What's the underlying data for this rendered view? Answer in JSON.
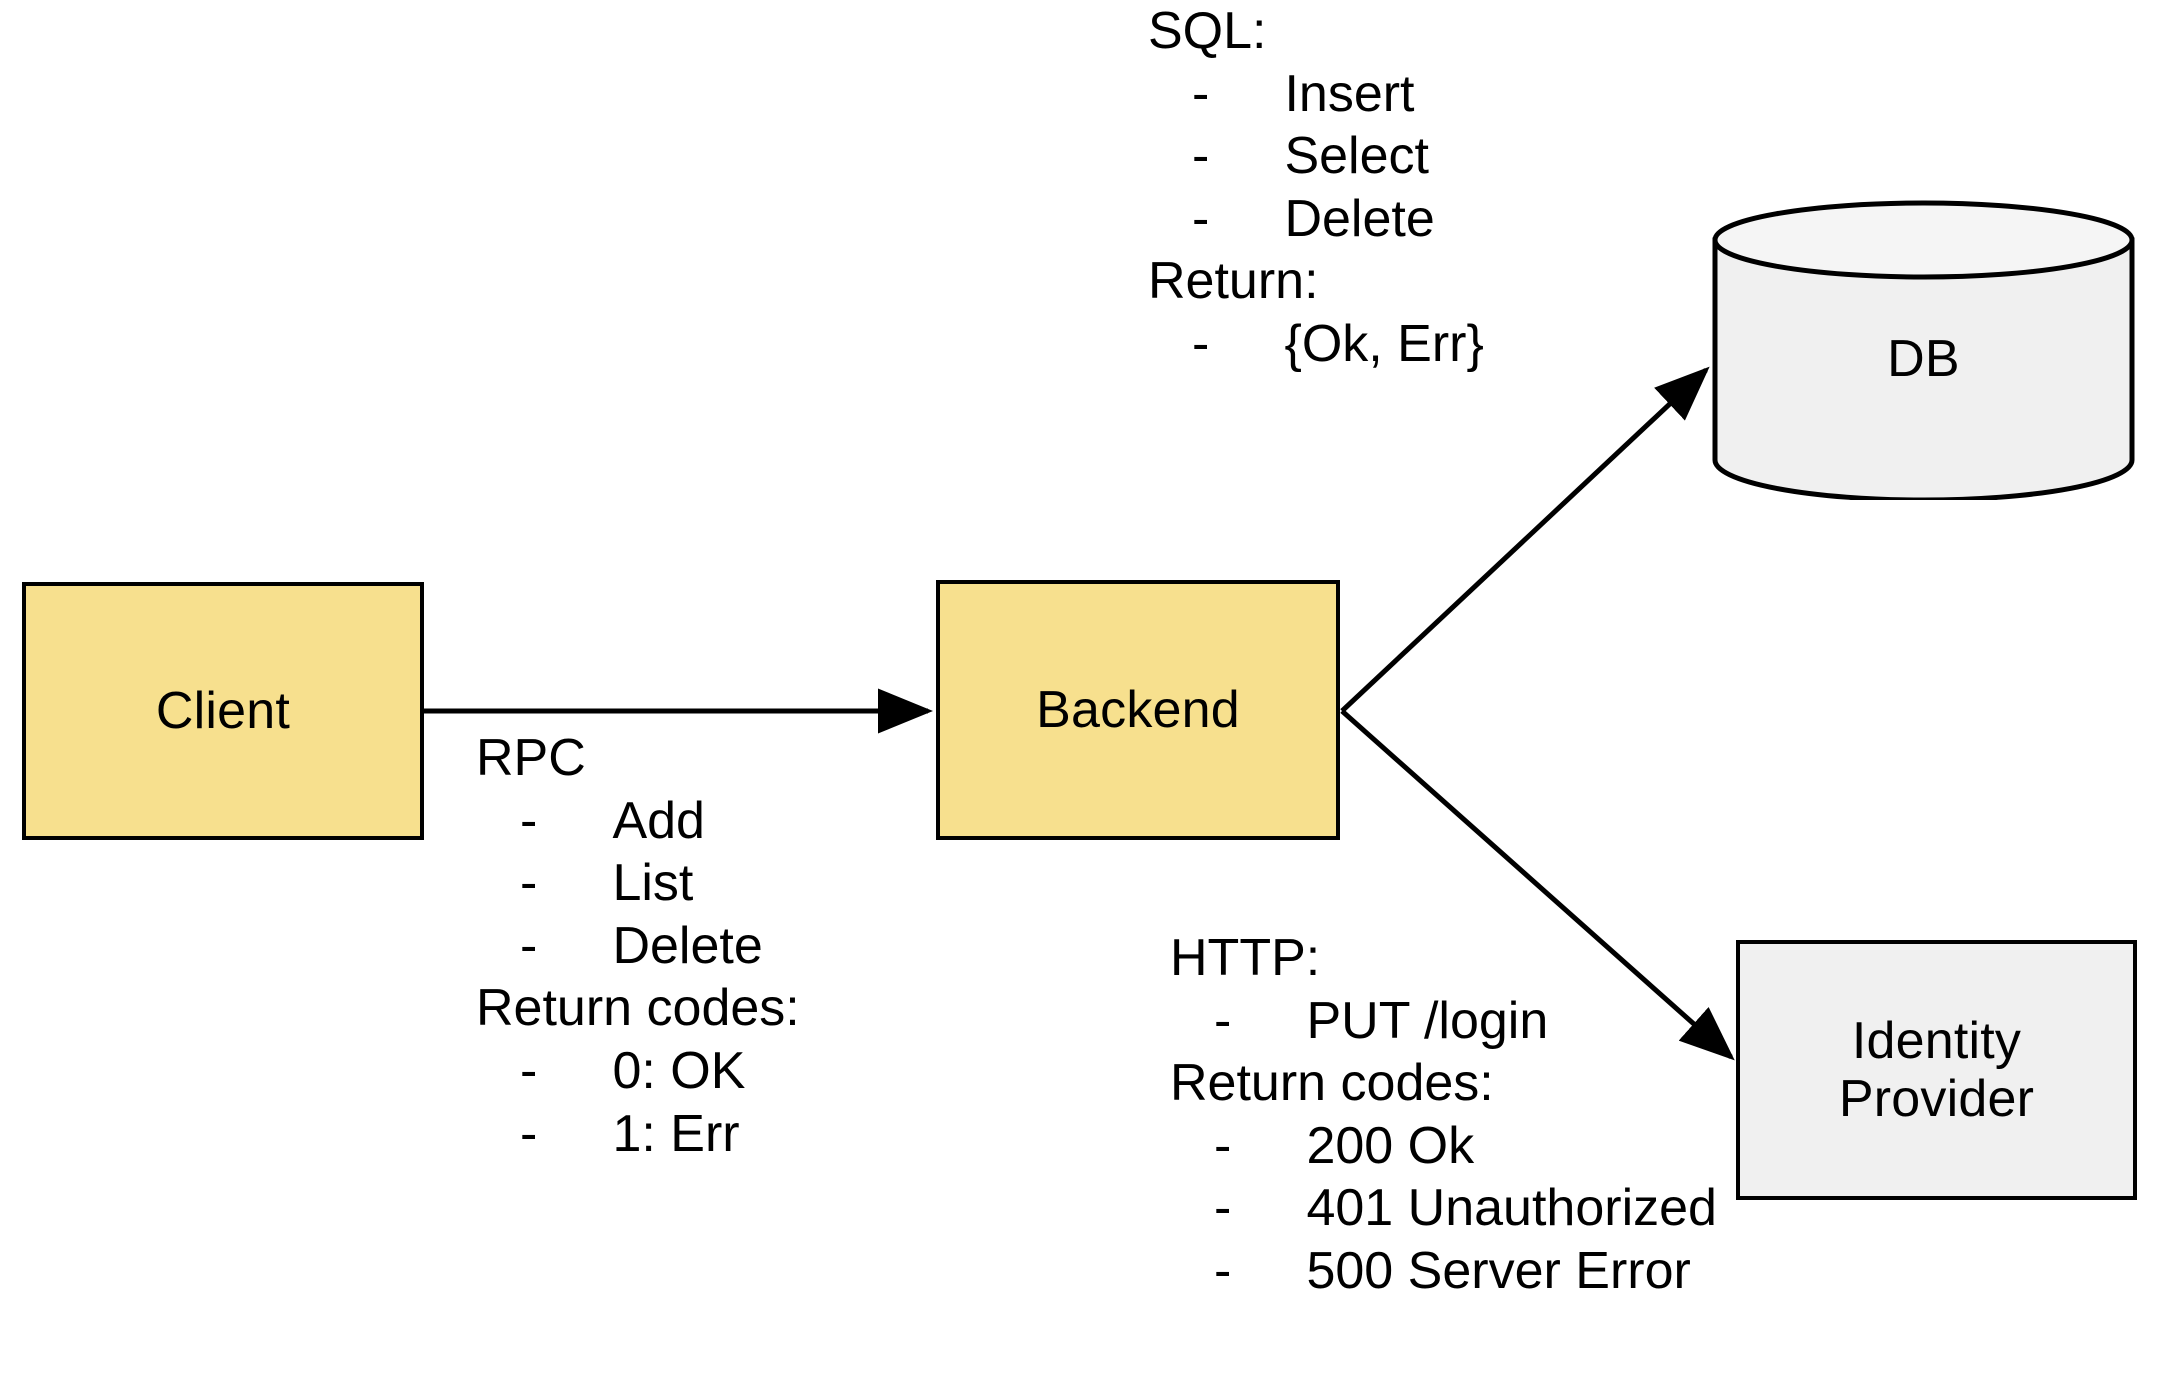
{
  "diagram": {
    "type": "architecture-flow",
    "nodes": [
      {
        "id": "client",
        "label": "Client",
        "shape": "rectangle",
        "fill": "#f7e08e",
        "stroke": "#000000"
      },
      {
        "id": "backend",
        "label": "Backend",
        "shape": "rectangle",
        "fill": "#f7e08e",
        "stroke": "#000000"
      },
      {
        "id": "db",
        "label": "DB",
        "shape": "cylinder",
        "fill": "#f0f0f0",
        "stroke": "#000000"
      },
      {
        "id": "idp",
        "label": "Identity\nProvider",
        "shape": "rectangle",
        "fill": "#f0f0f0",
        "stroke": "#000000"
      }
    ],
    "edges": [
      {
        "id": "client-to-backend",
        "from": "client",
        "to": "backend",
        "annotation": "rpc",
        "arrow": "end"
      },
      {
        "id": "backend-to-db",
        "from": "backend",
        "to": "db",
        "annotation": "sql",
        "arrow": "end"
      },
      {
        "id": "backend-to-idp",
        "from": "backend",
        "to": "idp",
        "annotation": "http",
        "arrow": "end"
      }
    ]
  },
  "annotations": {
    "rpc": {
      "heading": "RPC",
      "items": [
        "Add",
        "List",
        "Delete"
      ],
      "return_heading": "Return codes:",
      "return_items": [
        "0: OK",
        "1: Err"
      ],
      "bullet": "-"
    },
    "sql": {
      "heading": "SQL:",
      "items": [
        "Insert",
        "Select",
        "Delete"
      ],
      "return_heading": "Return:",
      "return_items": [
        "{Ok, Err}"
      ],
      "bullet": "-"
    },
    "http": {
      "heading": "HTTP:",
      "items": [
        "PUT /login"
      ],
      "return_heading": "Return codes:",
      "return_items": [
        "200 Ok",
        "401 Unauthorized",
        "500 Server Error"
      ],
      "bullet": "-"
    }
  },
  "nodes": {
    "client": {
      "label": "Client"
    },
    "backend": {
      "label": "Backend"
    },
    "db": {
      "label": "DB"
    },
    "idp": {
      "label": "Identity\nProvider"
    }
  },
  "colors": {
    "service_fill": "#f7e08e",
    "external_fill": "#f0f0f0",
    "stroke": "#000000",
    "background": "#ffffff"
  }
}
